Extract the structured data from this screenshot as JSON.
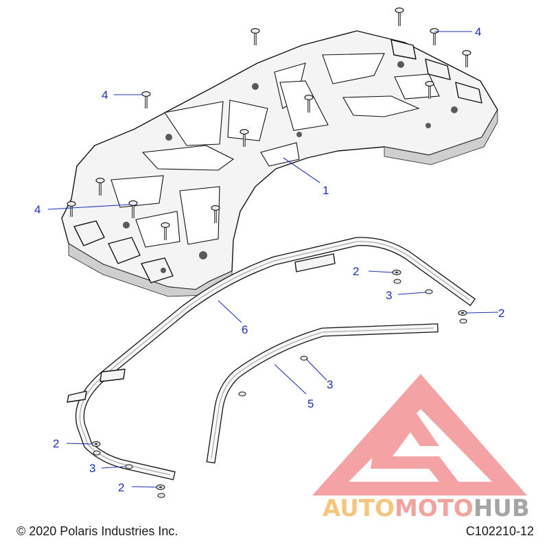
{
  "diagram": {
    "callouts": [
      {
        "id": "c1",
        "label": "1"
      },
      {
        "id": "c2a",
        "label": "2"
      },
      {
        "id": "c2b",
        "label": "2"
      },
      {
        "id": "c2c",
        "label": "2"
      },
      {
        "id": "c2d",
        "label": "2"
      },
      {
        "id": "c3a",
        "label": "3"
      },
      {
        "id": "c3b",
        "label": "3"
      },
      {
        "id": "c3c",
        "label": "3"
      },
      {
        "id": "c4a",
        "label": "4"
      },
      {
        "id": "c4b",
        "label": "4"
      },
      {
        "id": "c4c",
        "label": "4"
      },
      {
        "id": "c5",
        "label": "5"
      },
      {
        "id": "c6",
        "label": "6"
      }
    ]
  },
  "footer": {
    "copyright": "© 2020 Polaris Industries Inc.",
    "code": "C102210-12"
  },
  "watermark": {
    "part1": "AUTO",
    "part2": "MOTO",
    "part3": "HUB",
    "colors": {
      "triangle": "#f08a8a",
      "auto": "#f3b75a",
      "moto": "#ef8a84",
      "hub": "#8c8c8c"
    }
  },
  "colors": {
    "callout": "#1d2fb8"
  }
}
